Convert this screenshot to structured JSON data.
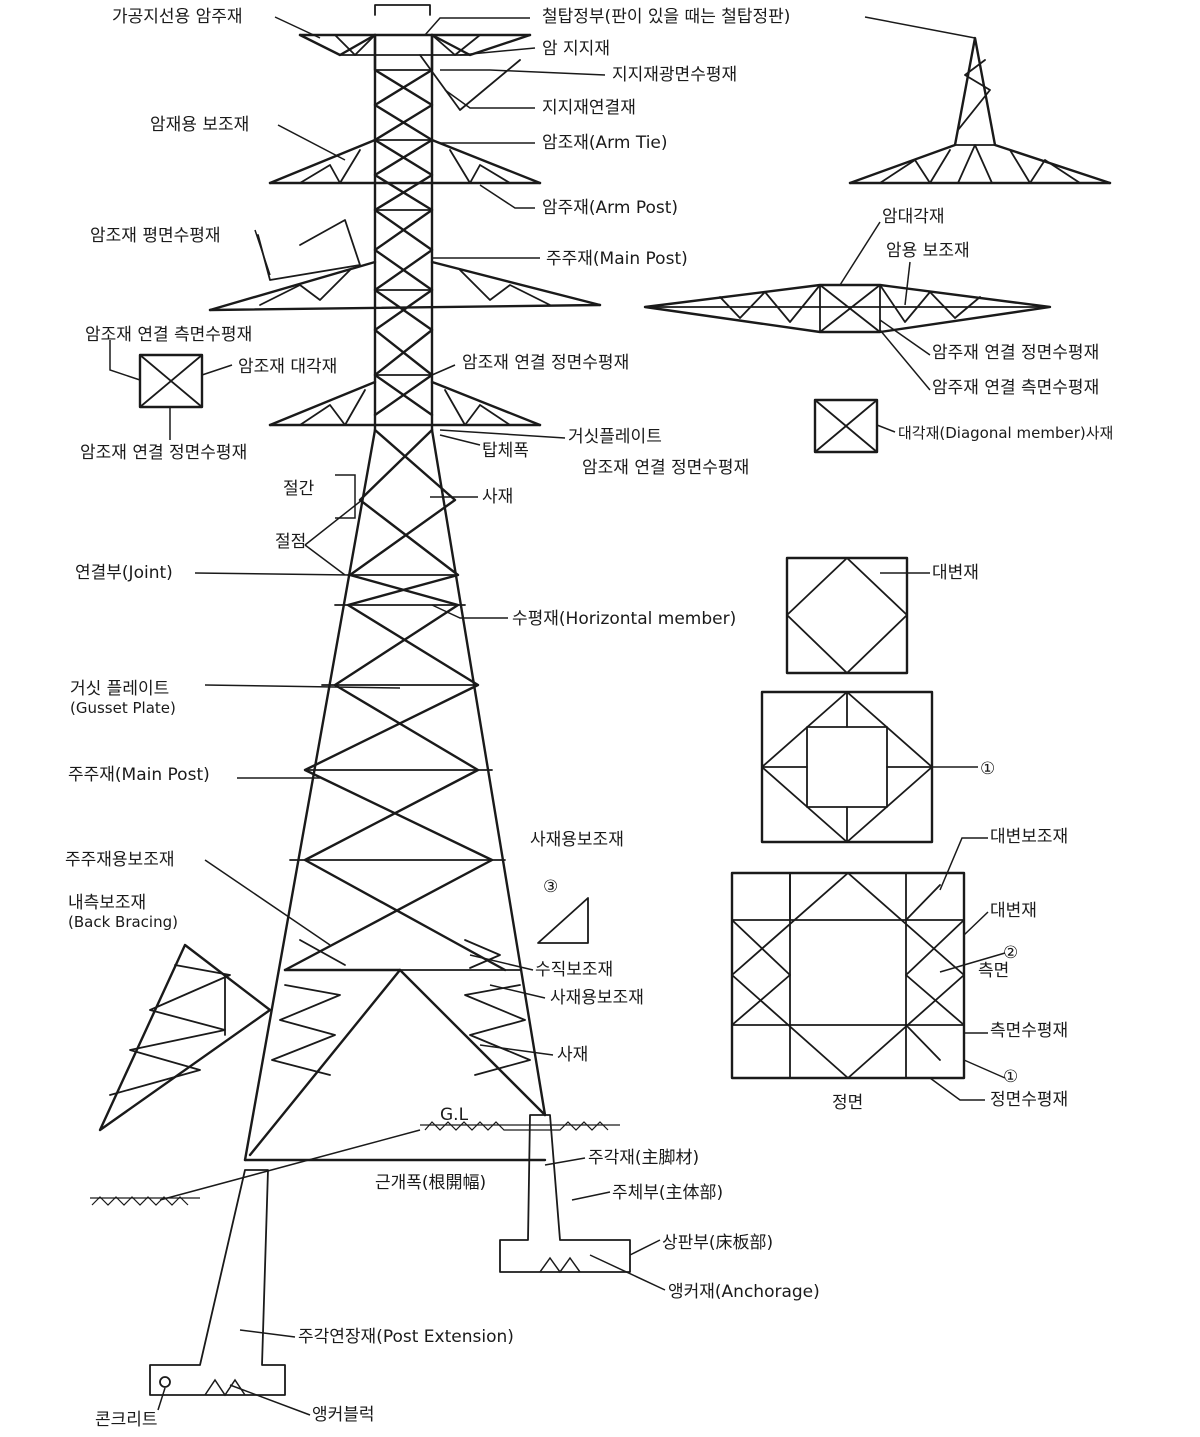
{
  "labels": {
    "overhead_arm": "가공지선용 암주재",
    "tower_top": "철탑정부(판이 있을 때는 철탑정판)",
    "arm_support": "암 지지재",
    "support_horizontal": "지지재광면수평재",
    "support_connect": "지지재연결재",
    "arm_aux": "암재용 보조재",
    "arm_tie": "암조재(Arm Tie)",
    "arm_post": "암주재(Arm Post)",
    "arm_tie_plane": "암조재 평면수평재",
    "main_post_top": "주주재(Main Post)",
    "arm_tie_side_left": "암조재 연결 측면수평재",
    "arm_tie_diag": "암조재 대각재",
    "arm_tie_front_mid": "암조재 연결 정면수평재",
    "arm_tie_front_left": "암조재 연결 정면수평재",
    "gusset_plate_top": "거싯플레이트",
    "tower_width": "탑체폭",
    "arm_tie_front_right": "암조재 연결 정면수평재",
    "panel": "절간",
    "diagonal_top": "사재",
    "node": "절점",
    "joint": "연결부(Joint)",
    "horizontal_member": "수평재(Horizontal member)",
    "gusset_ko": "거싯 플레이트",
    "gusset_en": "(Gusset Plate)",
    "main_post_mid": "주주재(Main Post)",
    "main_post_aux": "주주재용보조재",
    "back_bracing_ko": "내측보조재",
    "back_bracing_en": "(Back Bracing)",
    "diag_aux_title": "사재용보조재",
    "vertical_aux": "수직보조재",
    "diag_aux": "사재용보조재",
    "diagonal_low": "사재",
    "gl": "G.L",
    "base_width": "근개폭(根開幅)",
    "main_leg": "주각재(主脚材)",
    "body": "주체부(主体部)",
    "base_plate": "상판부(床板部)",
    "anchorage": "앵커재(Anchorage)",
    "post_extension": "주각연장재(Post Extension)",
    "concrete": "콘크리트",
    "anchor_block": "앵커블럭",
    "arm_diag": "암대각재",
    "arm_aux2": "암용 보조재",
    "arm_post_front": "암주재 연결 정면수평재",
    "arm_post_side": "암주재 연결 측면수평재",
    "diagonal_member": "대각재(Diagonal member)사재",
    "edge_member_1": "대변재",
    "circle_1a": "①",
    "edge_aux": "대변보조재",
    "edge_member_2": "대변재",
    "circle_2": "②",
    "side": "측면",
    "side_horizontal": "측면수평재",
    "circle_1b": "①",
    "front": "정면",
    "front_horizontal": "정면수평재",
    "circle_3": "③"
  }
}
